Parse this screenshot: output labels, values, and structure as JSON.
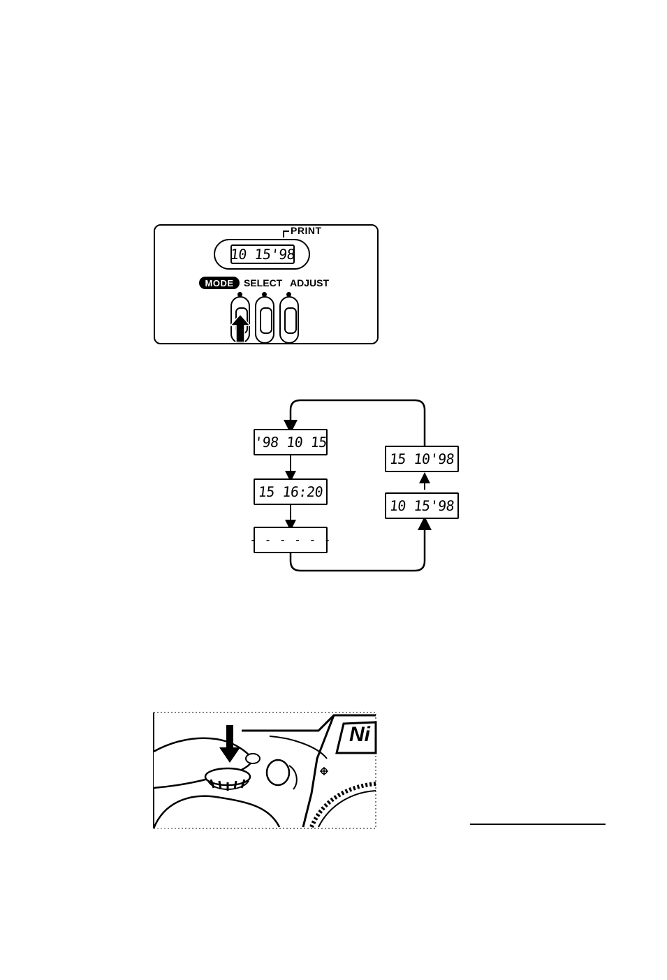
{
  "figure1": {
    "print_label": "PRINT",
    "lcd_display": "10 15'98",
    "buttons": {
      "mode": "MODE",
      "select": "SELECT",
      "adjust": "ADJUST"
    },
    "pressed_button": "mode"
  },
  "figure2": {
    "left_column": [
      {
        "display": "'98 10 15"
      },
      {
        "display": "15 16:20"
      },
      {
        "display": "- - - - - -"
      }
    ],
    "right_column": [
      {
        "display": "15 10'98"
      },
      {
        "display": "10 15'98"
      }
    ]
  },
  "figure3": {
    "brand_text": "Ni",
    "icons": [
      "down-arrow-icon",
      "focal-plane-mark-icon"
    ]
  }
}
